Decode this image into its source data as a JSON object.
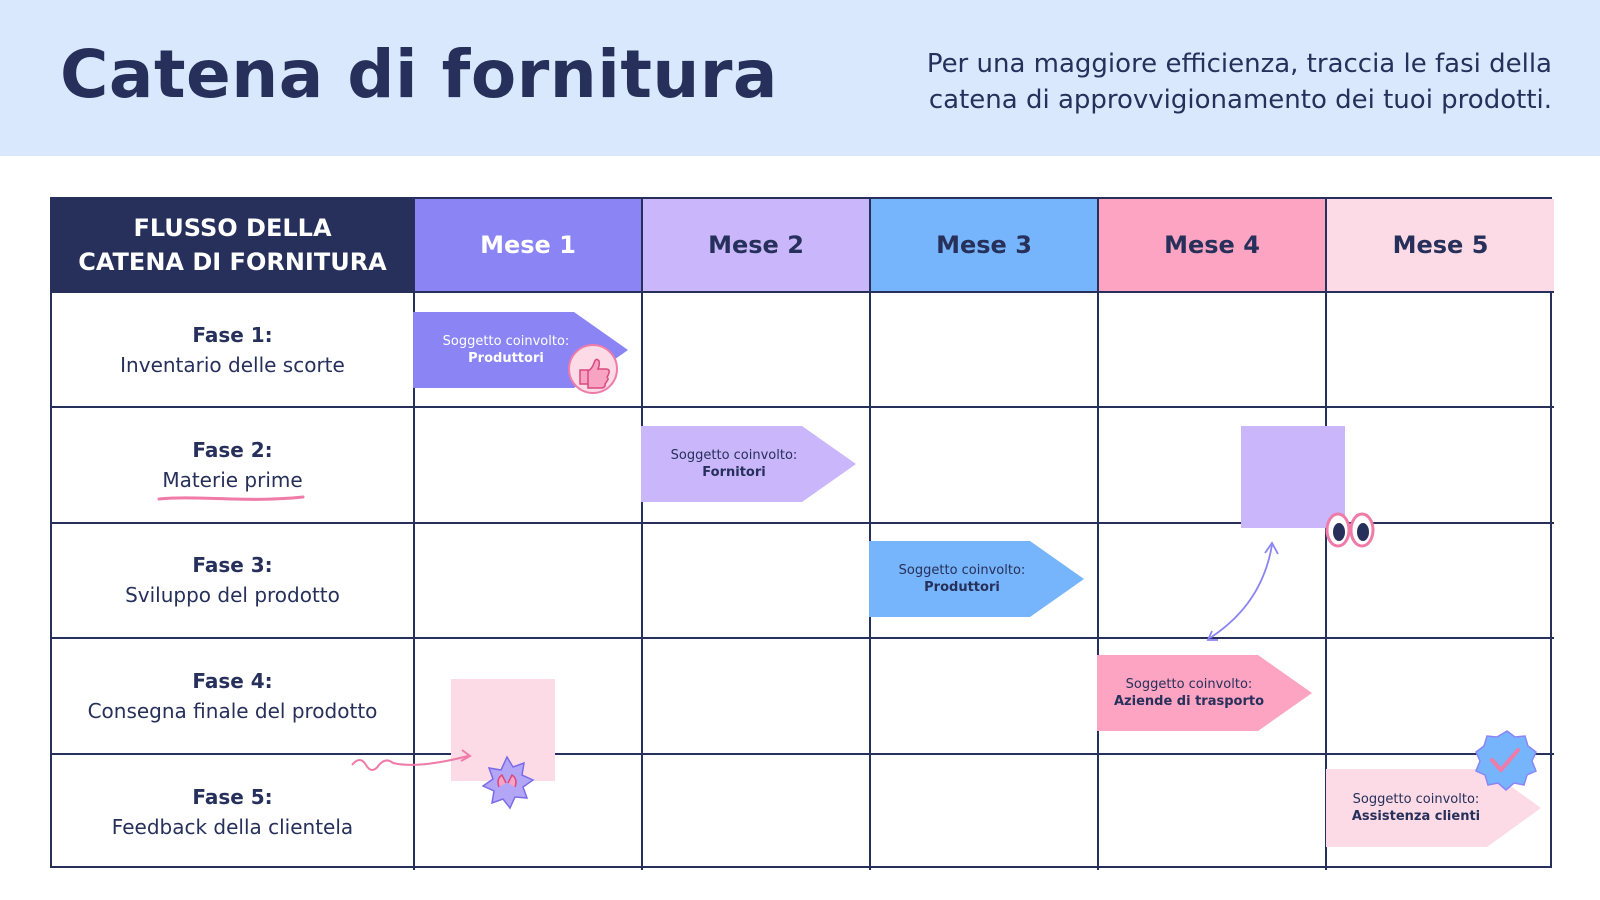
{
  "header": {
    "title": "Catena di fornitura",
    "subtitle": "Per una maggiore efficienza, traccia le fasi della catena di approvvigionamento dei tuoi prodotti."
  },
  "table": {
    "corner_line1": "FLUSSO DELLA",
    "corner_line2": "CATENA DI FORNITURA",
    "months": [
      {
        "label": "Mese 1",
        "bg": "#8b84f5",
        "fg": "#ffffff"
      },
      {
        "label": "Mese 2",
        "bg": "#c9b6fb",
        "fg": "#26305a"
      },
      {
        "label": "Mese 3",
        "bg": "#76b4fb",
        "fg": "#26305a"
      },
      {
        "label": "Mese 4",
        "bg": "#fca4c2",
        "fg": "#26305a"
      },
      {
        "label": "Mese 5",
        "bg": "#fcdbe6",
        "fg": "#26305a"
      }
    ],
    "phases": [
      {
        "name": "Fase 1:",
        "desc": "Inventario delle scorte"
      },
      {
        "name": "Fase 2:",
        "desc": "Materie prime"
      },
      {
        "name": "Fase 3:",
        "desc": "Sviluppo del prodotto"
      },
      {
        "name": "Fase 4:",
        "desc": "Consegna finale del prodotto"
      },
      {
        "name": "Fase 5:",
        "desc": "Feedback della clientela"
      }
    ]
  },
  "arrows": [
    {
      "label": "Soggetto coinvolto:",
      "who": "Produttori",
      "color": "#8b84f5"
    },
    {
      "label": "Soggetto coinvolto:",
      "who": "Fornitori",
      "color": "#c9b6fb"
    },
    {
      "label": "Soggetto coinvolto:",
      "who": "Produttori",
      "color": "#76b4fb"
    },
    {
      "label": "Soggetto coinvolto:",
      "who": "Aziende di trasporto",
      "color": "#fca4c2"
    },
    {
      "label": "Soggetto coinvolto:",
      "who": "Assistenza clienti",
      "color": "#fcdbe6"
    }
  ],
  "stickers": [
    "thumbs-up-icon",
    "eyes-icon",
    "clapping-hands-icon",
    "check-badge-icon"
  ]
}
